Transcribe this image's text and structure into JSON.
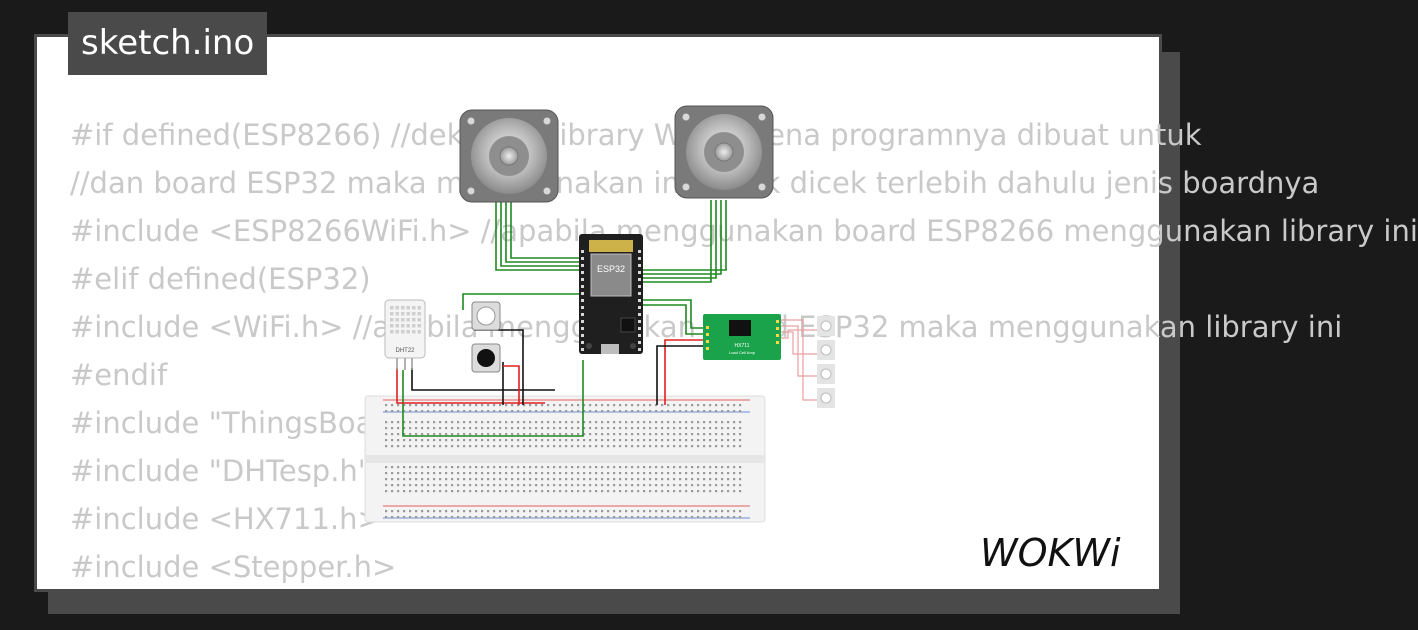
{
  "file": {
    "title": "sketch.ino"
  },
  "code_lines": [
    "#if defined(ESP8266) //deklarasi library WiFi karena programnya dibuat untuk",
    "//dan board ESP32 maka menggunakan ini untuk dicek terlebih dahulu jenis boardnya",
    "#include <ESP8266WiFi.h> //apabila menggunakan board ESP8266 menggunakan library ini",
    "#elif defined(ESP32)",
    "#include <WiFi.h> //apabila menggunakan board ESP32 maka menggunakan library ini",
    "#endif",
    "#include \"ThingsBoard.h\"",
    "#include \"DHTesp.h\"",
    "#include <HX711.h>",
    "#include <Stepper.h>"
  ],
  "components": {
    "mcu_label": "ESP32",
    "sensor_label": "DHT22",
    "loadcell_label": "HX711",
    "loadcell_sublabel": "Load Cell Amp"
  },
  "brand": {
    "logo_text": "WOKWi"
  },
  "colors": {
    "frame": "#4a4a4a",
    "code_text": "#c9c9c9",
    "wire_green": "#1f8a1f",
    "wire_red": "#e02020",
    "wire_black": "#111111",
    "hx711_board": "#1aa34a",
    "esp32_board": "#1f1f1f"
  }
}
